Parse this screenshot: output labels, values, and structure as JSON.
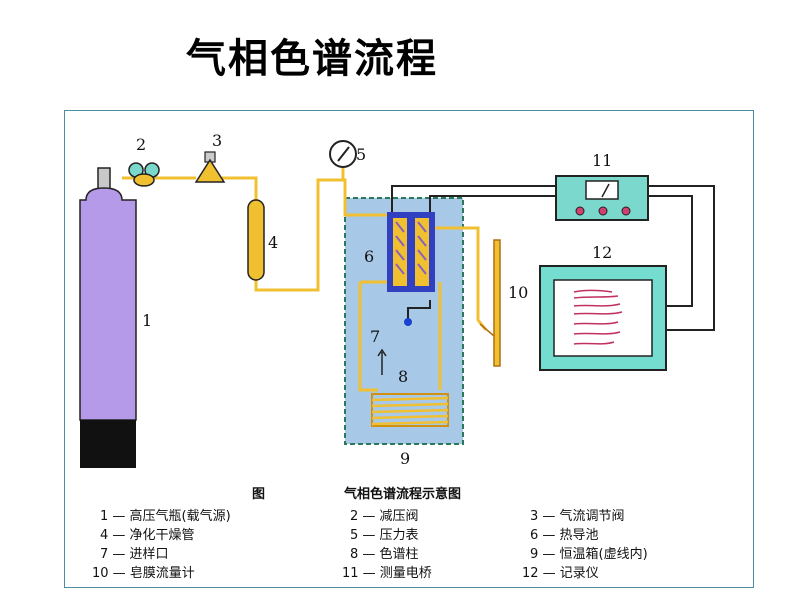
{
  "slide": {
    "title": "气相色谱流程"
  },
  "diagram": {
    "labels": {
      "n1": "1",
      "n2": "2",
      "n3": "3",
      "n4": "4",
      "n5": "5",
      "n6": "6",
      "n7": "7",
      "n8": "8",
      "n9": "9",
      "n10": "10",
      "n11": "11",
      "n12": "12"
    },
    "colors": {
      "cylinder": "#b49ae8",
      "cylinder_base": "#111111",
      "gas_line": "#f0c030",
      "oven": "#a8c8e8",
      "detector": "#3040c0",
      "coil": "#f0c030",
      "screen_frame": "#74ddd0",
      "recorder_trace": "#c03060",
      "wire": "#222222"
    }
  },
  "legend": {
    "header_left": "图",
    "header_right": "气相色谱流程示意图",
    "items": [
      [
        "1 —  高压气瓶(载气源)",
        "2 —  减压阀",
        "3 —  气流调节阀"
      ],
      [
        "4 —  净化干燥管",
        "5 —  压力表",
        "6 —  热导池"
      ],
      [
        "7 —  进样口",
        "8 —  色谱柱",
        "9 —  恒温箱(虚线内)"
      ],
      [
        "10 —  皂膜流量计",
        "11 —  测量电桥",
        "12 —  记录仪"
      ]
    ]
  }
}
